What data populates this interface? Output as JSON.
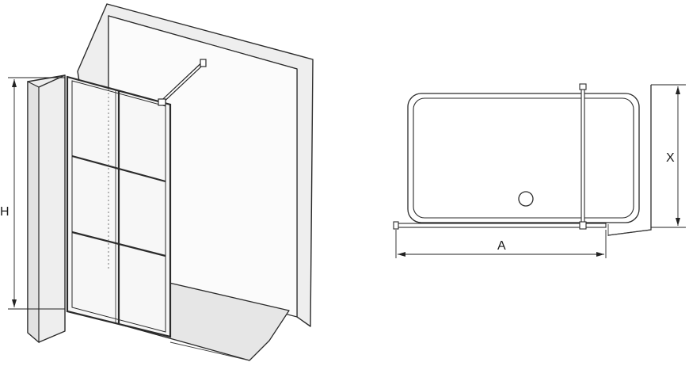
{
  "labels": {
    "height": "H",
    "width_a": "A",
    "depth_x": "X"
  },
  "colors": {
    "line": "#2b2b2b",
    "wall": "#eeeeee",
    "floor": "#e6e6e6",
    "background": "#ffffff"
  }
}
